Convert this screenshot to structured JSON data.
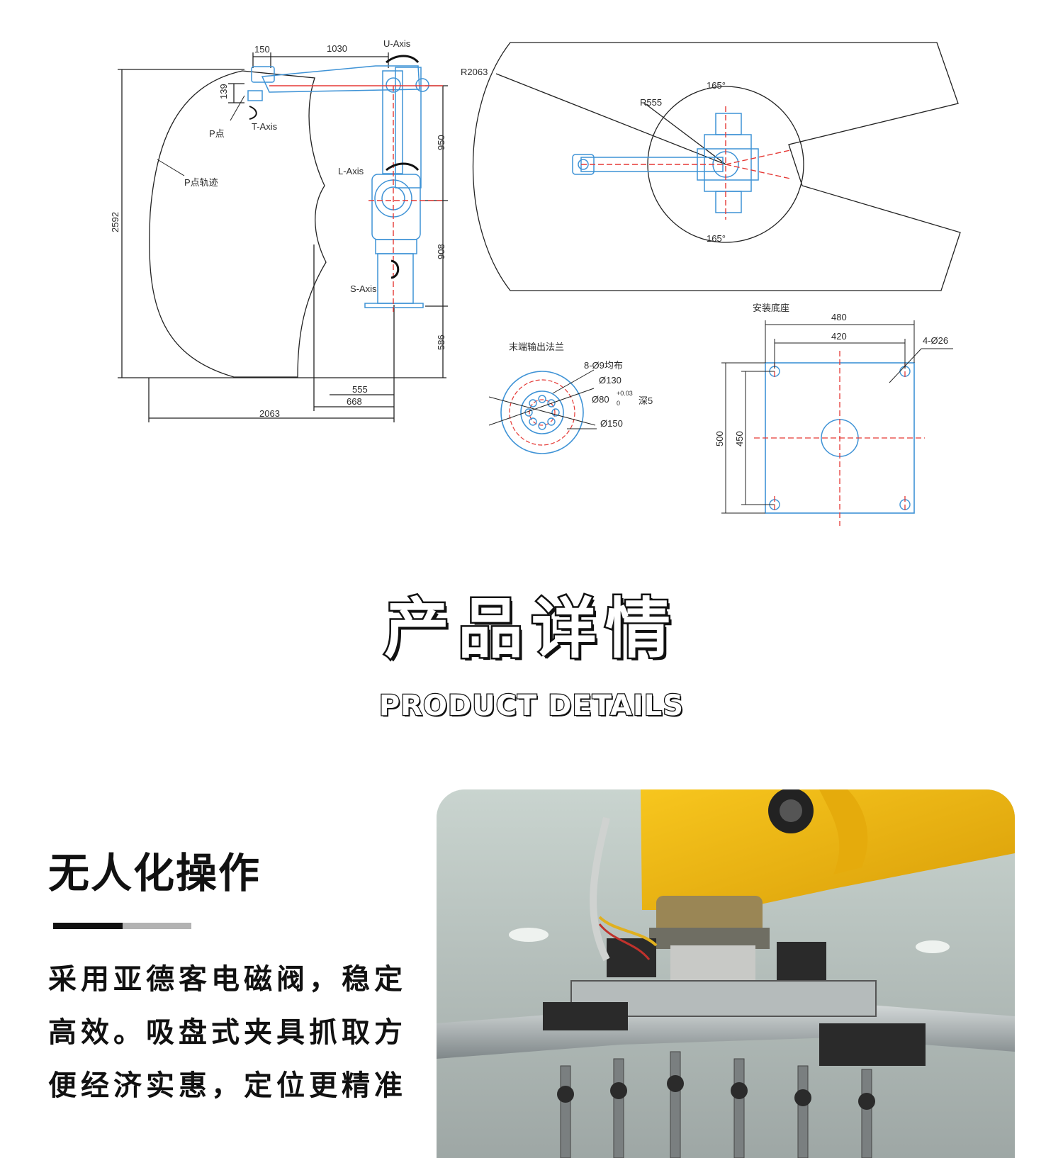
{
  "drawing": {
    "side_view": {
      "dims": [
        "150",
        "1030",
        "139",
        "950",
        "908",
        "586",
        "2592",
        "555",
        "668",
        "2063"
      ],
      "labels": [
        "U-Axis",
        "P点",
        "T-Axis",
        "P点轨迹",
        "L-Axis",
        "S-Axis"
      ]
    },
    "top_view": {
      "labels": [
        "R2063",
        "R555",
        "165°",
        "165°"
      ]
    },
    "flange": {
      "title": "末端输出法兰",
      "labels": [
        "8-Ø9均布",
        "Ø130",
        "Ø80",
        "+0.03",
        "0",
        "深5",
        "Ø150"
      ]
    },
    "base": {
      "title": "安装底座",
      "labels": [
        "480",
        "420",
        "4-Ø26",
        "500",
        "450"
      ]
    }
  },
  "section": {
    "title_cn": "产品详情",
    "title_en": "PRODUCT DETAILS"
  },
  "feature": {
    "title": "无人化操作",
    "description": "采用亚德客电磁阀，稳定高效。吸盘式夹具抓取方便经济实惠，定位更精准"
  },
  "photo": {
    "subject": "robot-gripper-photo",
    "colors": {
      "arm": "#f2bd15",
      "background": "#cfd8d3",
      "steel": "#8a9294"
    }
  }
}
